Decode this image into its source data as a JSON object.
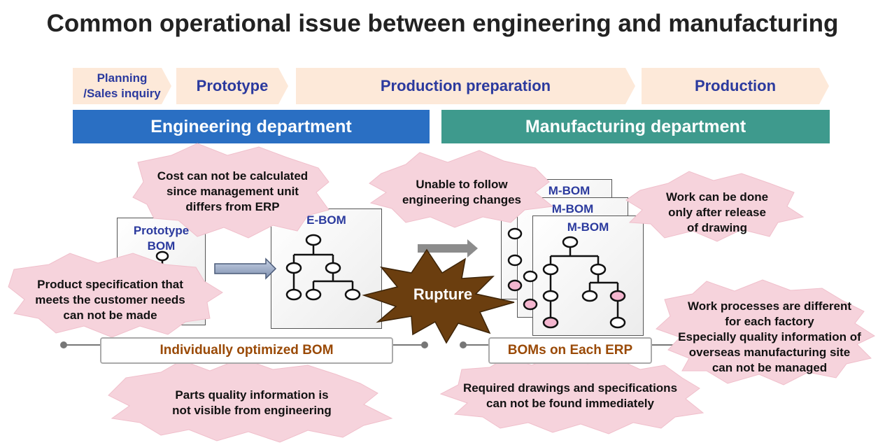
{
  "title": "Common operational issue between engineering and manufacturing",
  "phases": [
    "Planning\n/Sales inquiry",
    "Prototype",
    "Production preparation",
    "Production"
  ],
  "phase_lines": {
    "planning_1": "Planning",
    "planning_2": "/Sales inquiry"
  },
  "departments": {
    "engineering": "Engineering department",
    "manufacturing": "Manufacturing department"
  },
  "boms": {
    "prototype_1": "Prototype",
    "prototype_2": "BOM",
    "ebom": "E-BOM",
    "mbom": "M-BOM"
  },
  "rupture": "Rupture",
  "pills": {
    "left": "Individually optimized BOM",
    "right": "BOMs on Each ERP"
  },
  "issues": {
    "cost": [
      "Cost can not be calculated",
      "since management unit",
      "differs from ERP"
    ],
    "spec": [
      "Product specification that",
      "meets the customer needs",
      "can not be made"
    ],
    "quality": [
      "Parts quality information is",
      "not visible from engineering"
    ],
    "changes": [
      "Unable to follow",
      "engineering changes"
    ],
    "release": [
      "Work can be done",
      "only after release",
      "of drawing"
    ],
    "process": [
      "Work processes are different",
      "for each factory",
      "Especially quality information of",
      "overseas manufacturing site",
      "can not be managed"
    ],
    "drawings": [
      "Required drawings and specifications",
      "can not be found immediately"
    ]
  },
  "colors": {
    "engineering": "#2a6fc3",
    "manufacturing": "#3e9a8d",
    "phase_fill": "#fde9d9",
    "burst_fill": "#f6d3dc",
    "rupture_fill": "#6b3e0f",
    "label_blue": "#2b3a9e",
    "pill_text": "#9a4a07"
  }
}
